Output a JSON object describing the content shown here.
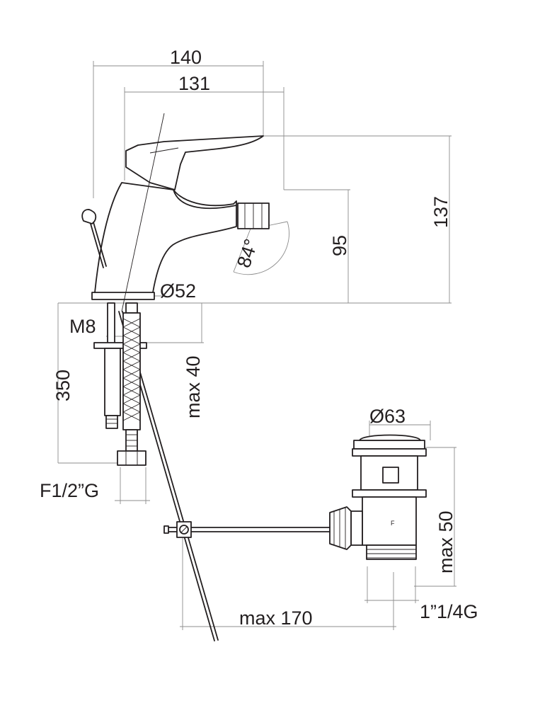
{
  "dimensions": {
    "width_total": "140",
    "spout_reach": "131",
    "height_total": "137",
    "spout_height": "95",
    "spray_angle": "84°",
    "base_diameter": "Ø52",
    "thread_rod": "M8",
    "hose_length": "350",
    "max_thickness": "max 40",
    "hose_connection": "F1/2”G",
    "waste_diameter": "Ø63",
    "waste_max_height": "max 50",
    "waste_thread": "1”1/4G",
    "rod_max_length": "max 170"
  }
}
